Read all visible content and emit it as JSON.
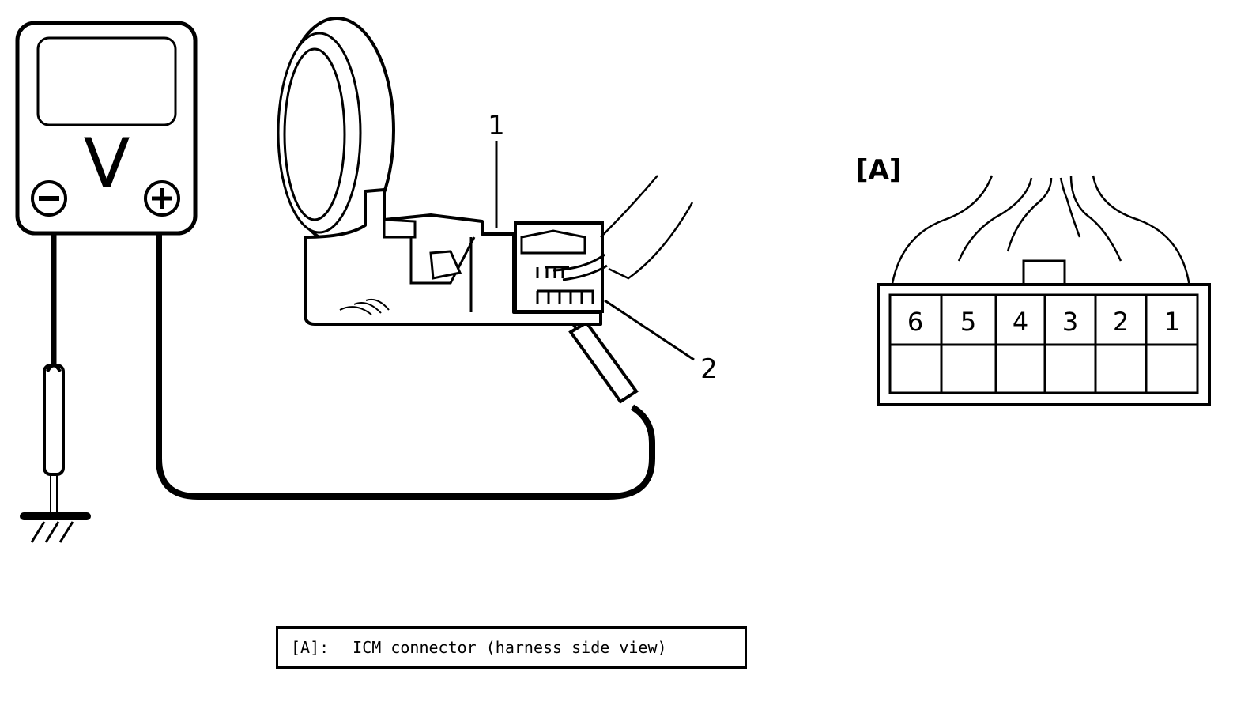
{
  "meter": {
    "symbol": "V",
    "minus_symbol": "−",
    "plus_symbol": "+"
  },
  "callouts": {
    "item1": "1",
    "item2": "2"
  },
  "connector_view": {
    "label": "[A]",
    "pins": [
      "6",
      "5",
      "4",
      "3",
      "2",
      "1"
    ]
  },
  "legend": {
    "key": "[A]:",
    "text": "ICM connector (harness side view)"
  },
  "colors": {
    "line": "#000000",
    "background": "#ffffff"
  }
}
